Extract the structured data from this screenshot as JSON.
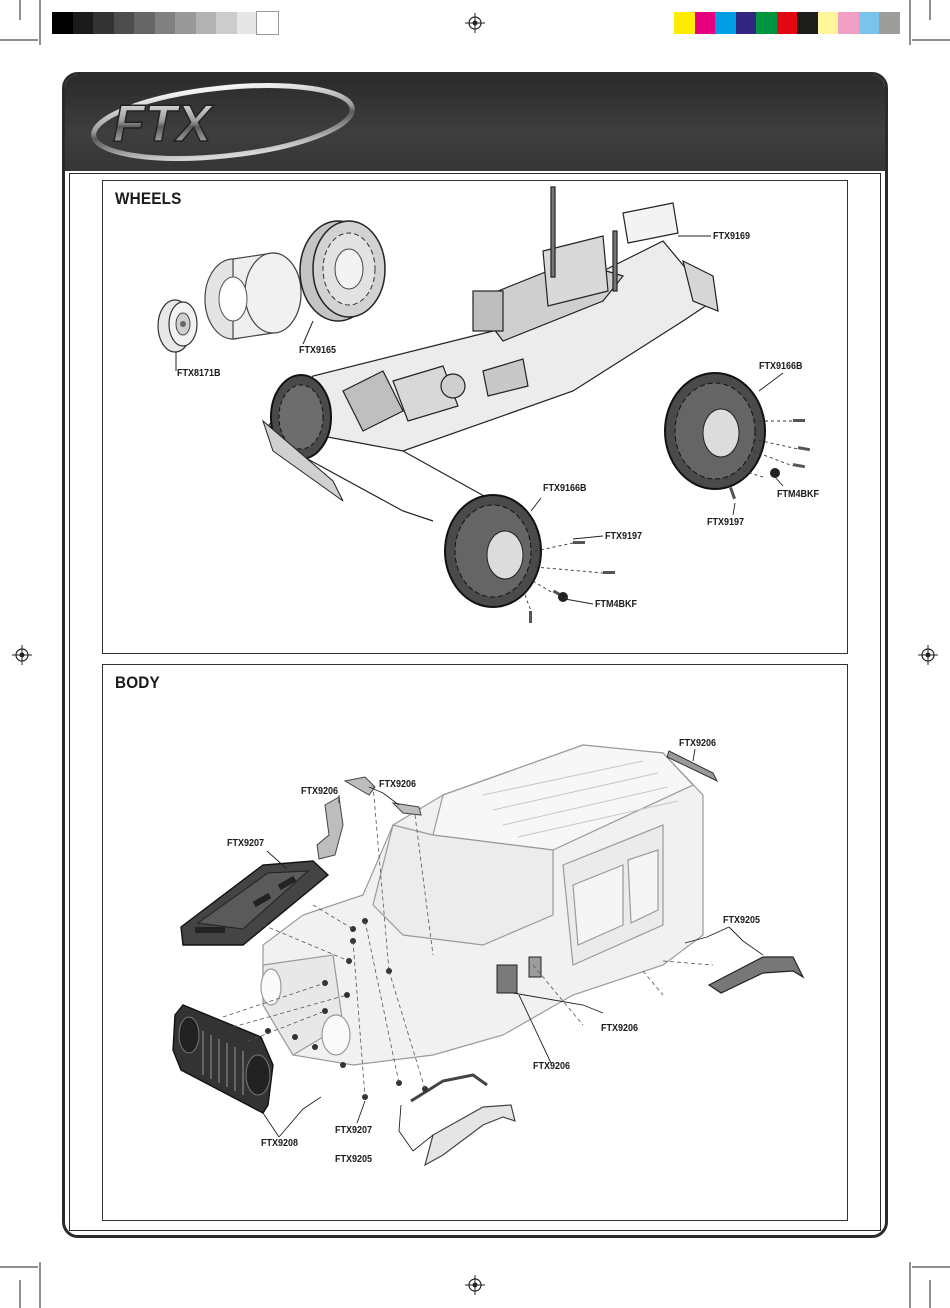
{
  "print_marks": {
    "grayscale": [
      "#000000",
      "#1a1a1a",
      "#333333",
      "#4d4d4d",
      "#666666",
      "#808080",
      "#999999",
      "#b3b3b3",
      "#cccccc",
      "#e6e6e6",
      "#ffffff"
    ],
    "process_colors": [
      "#ffec00",
      "#e6007e",
      "#009fe3",
      "#312783",
      "#009640",
      "#e30613",
      "#1d1d1b",
      "#fff59b",
      "#f29fc5",
      "#7ac4ec",
      "#9d9d9c"
    ]
  },
  "brand": {
    "logo_text": "FTX"
  },
  "wheels": {
    "title": "WHEELS",
    "labels": {
      "ftx9169": "FTX9169",
      "ftx9165": "FTX9165",
      "ftx8171b": "FTX8171B",
      "ftx9166b_right": "FTX9166B",
      "ftx9166b_front": "FTX9166B",
      "ftx9197_right": "FTX9197",
      "ftx9197_front": "FTX9197",
      "ftm4bkf_right": "FTM4BKF",
      "ftm4bkf_front": "FTM4BKF"
    }
  },
  "body": {
    "title": "BODY",
    "labels": {
      "ftx9206_top_right": "FTX9206",
      "ftx9206_left": "FTX9206",
      "ftx9206_mid": "FTX9206",
      "ftx9207_hood": "FTX9207",
      "ftx9205_right": "FTX9205",
      "ftx9206_side": "FTX9206",
      "ftx9206_mirror": "FTX9206",
      "ftx9208": "FTX9208",
      "ftx9207_bottom": "FTX9207",
      "ftx9205_bottom": "FTX9205"
    }
  }
}
